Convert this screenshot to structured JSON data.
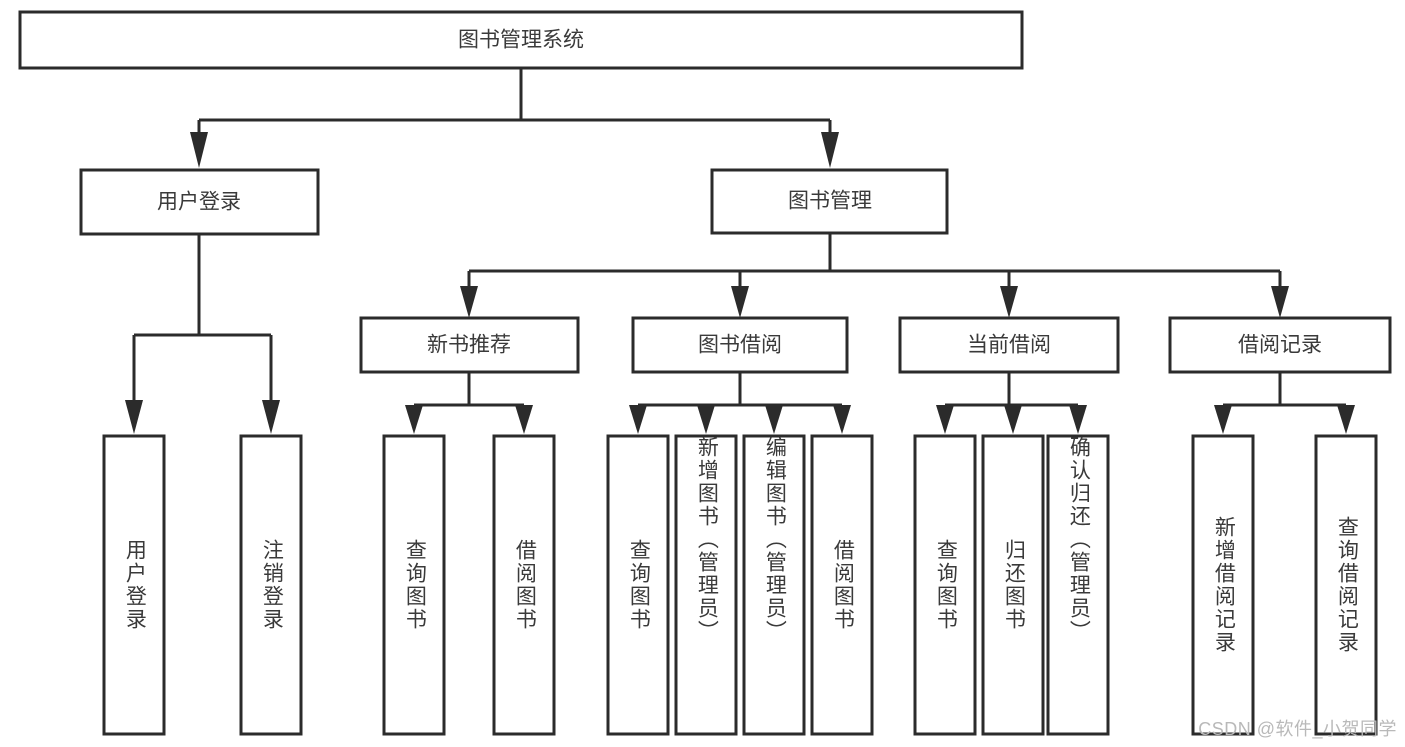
{
  "diagram": {
    "type": "hierarchy-tree",
    "title": "图书管理系统",
    "orientation": "top-down",
    "levels": 4,
    "watermark": "CSDN @软件_小贺同学",
    "colors": {
      "box_stroke": "#2b2b2b",
      "box_fill": "#ffffff",
      "text": "#3a3a3a",
      "connector": "#2b2b2b",
      "background": "#ffffff",
      "watermark": "#b9b9b9"
    },
    "root": {
      "label": "图书管理系统"
    },
    "level2": [
      {
        "label": "用户登录"
      },
      {
        "label": "图书管理"
      }
    ],
    "level3": [
      {
        "label": "新书推荐"
      },
      {
        "label": "图书借阅"
      },
      {
        "label": "当前借阅"
      },
      {
        "label": "借阅记录"
      }
    ],
    "leaves": {
      "user_login": [
        {
          "label": "用户登录"
        },
        {
          "label": "注销登录"
        }
      ],
      "new_book_recommend": [
        {
          "label": "查询图书"
        },
        {
          "label": "借阅图书"
        }
      ],
      "book_borrow": [
        {
          "label": "查询图书"
        },
        {
          "label": "新增图书（管理员）"
        },
        {
          "label": "编辑图书（管理员）"
        },
        {
          "label": "借阅图书"
        }
      ],
      "current_borrow": [
        {
          "label": "查询图书"
        },
        {
          "label": "归还图书"
        },
        {
          "label": "确认归还（管理员）"
        }
      ],
      "borrow_records": [
        {
          "label": "新增借阅记录"
        },
        {
          "label": "查询借阅记录"
        }
      ]
    }
  }
}
